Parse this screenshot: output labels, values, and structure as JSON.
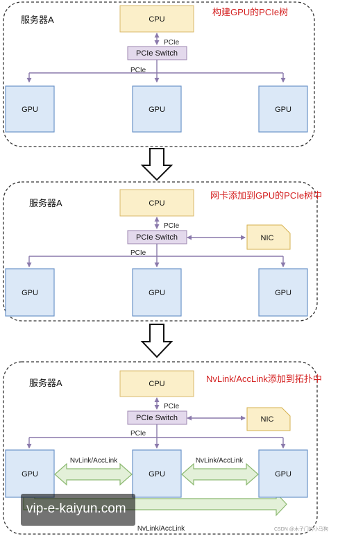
{
  "panels": [
    {
      "server": "服务器A",
      "caption": "构建GPU的PCIe树",
      "cpu": "CPU",
      "pcie_switch": "PCIe Switch",
      "pcie_up": "PCIe",
      "pcie_down": "PCIe",
      "gpus": [
        "GPU",
        "GPU",
        "GPU"
      ]
    },
    {
      "server": "服务器A",
      "caption": "网卡添加到GPU的PCIe树中",
      "cpu": "CPU",
      "pcie_switch": "PCIe Switch",
      "pcie_up": "PCIe",
      "pcie_down": "PCIe",
      "nic": "NIC",
      "gpus": [
        "GPU",
        "GPU",
        "GPU"
      ]
    },
    {
      "server": "服务器A",
      "caption": "NvLink/AccLink添加到拓扑中",
      "cpu": "CPU",
      "pcie_switch": "PCIe Switch",
      "pcie_up": "PCIe",
      "pcie_down": "PCIe",
      "nic": "NIC",
      "gpus": [
        "GPU",
        "GPU",
        "GPU"
      ],
      "links": [
        "NvLink/AccLink",
        "NvLink/AccLink",
        "NvLink/AccLink"
      ]
    }
  ],
  "watermark": "vip-e-kaiyun.com",
  "credit": "CSDN @木子门的小马狗"
}
